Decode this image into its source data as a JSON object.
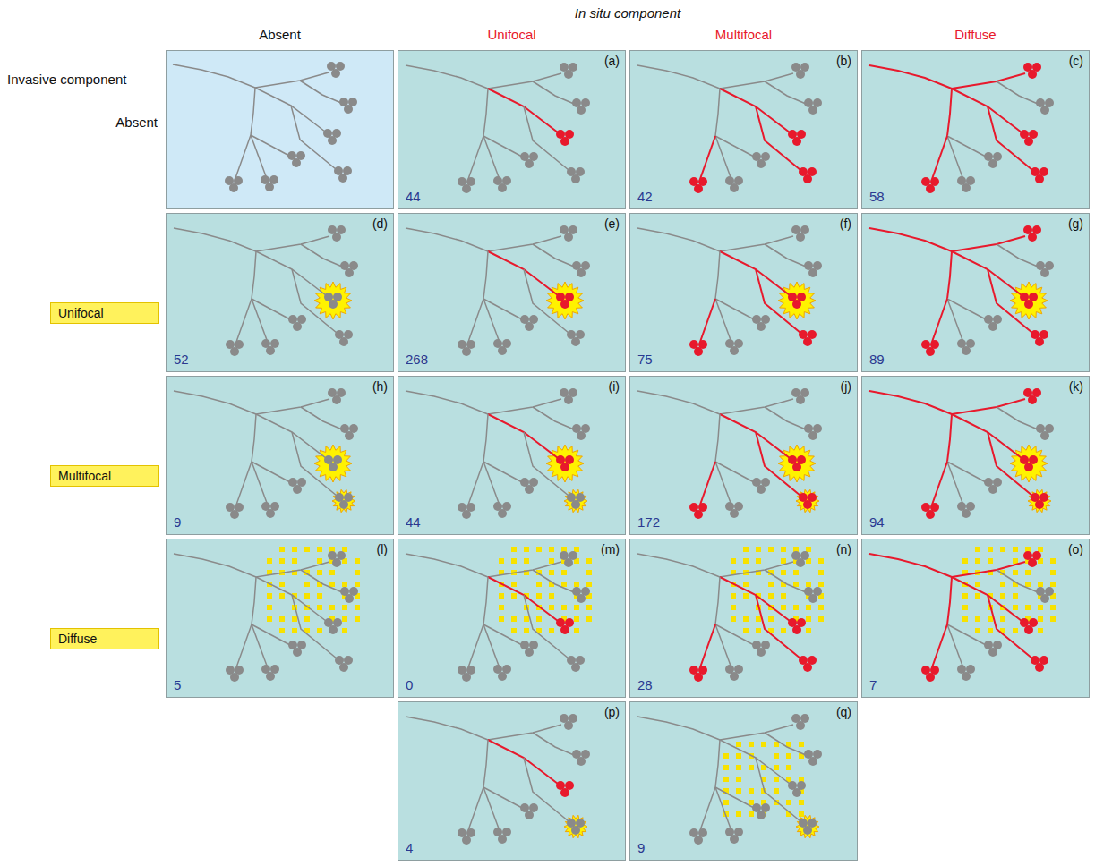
{
  "diagram": {
    "nodes": [
      {
        "text": [
          "(a)",
          "44"
        ]
      },
      {
        "text": [
          "(b)",
          "42"
        ]
      },
      {
        "text": [
          "(c)",
          "58"
        ]
      },
      {
        "text": [
          "Unifocal"
        ]
      },
      {
        "text": [
          "(d)",
          "52"
        ]
      },
      {
        "text": [
          "(e)",
          "268"
        ]
      },
      {
        "text": [
          "(f)",
          "75"
        ]
      },
      {
        "text": [
          "(g)",
          "89"
        ]
      },
      {
        "text": [
          "Multifocal"
        ]
      },
      {
        "text": [
          "(h)",
          "9"
        ]
      },
      {
        "text": [
          "(i)",
          "44"
        ]
      },
      {
        "text": [
          "(j)",
          "172"
        ]
      },
      {
        "text": [
          "(k)",
          "94"
        ]
      },
      {
        "text": [
          "Diffuse"
        ]
      },
      {
        "text": [
          "(l)",
          "5"
        ]
      },
      {
        "text": [
          "(m)",
          "0"
        ]
      },
      {
        "text": [
          "(n)",
          "28"
        ]
      },
      {
        "text": [
          "(o)",
          "7"
        ]
      },
      {
        "text": [
          "(p)",
          "4"
        ]
      },
      {
        "text": [
          "(q)",
          "9"
        ]
      }
    ],
    "labels": [
      "In situ component",
      "Absent",
      "Unifocal",
      "Multifocal",
      "Diffuse",
      "Invasive component",
      "Absent"
    ]
  }
}
